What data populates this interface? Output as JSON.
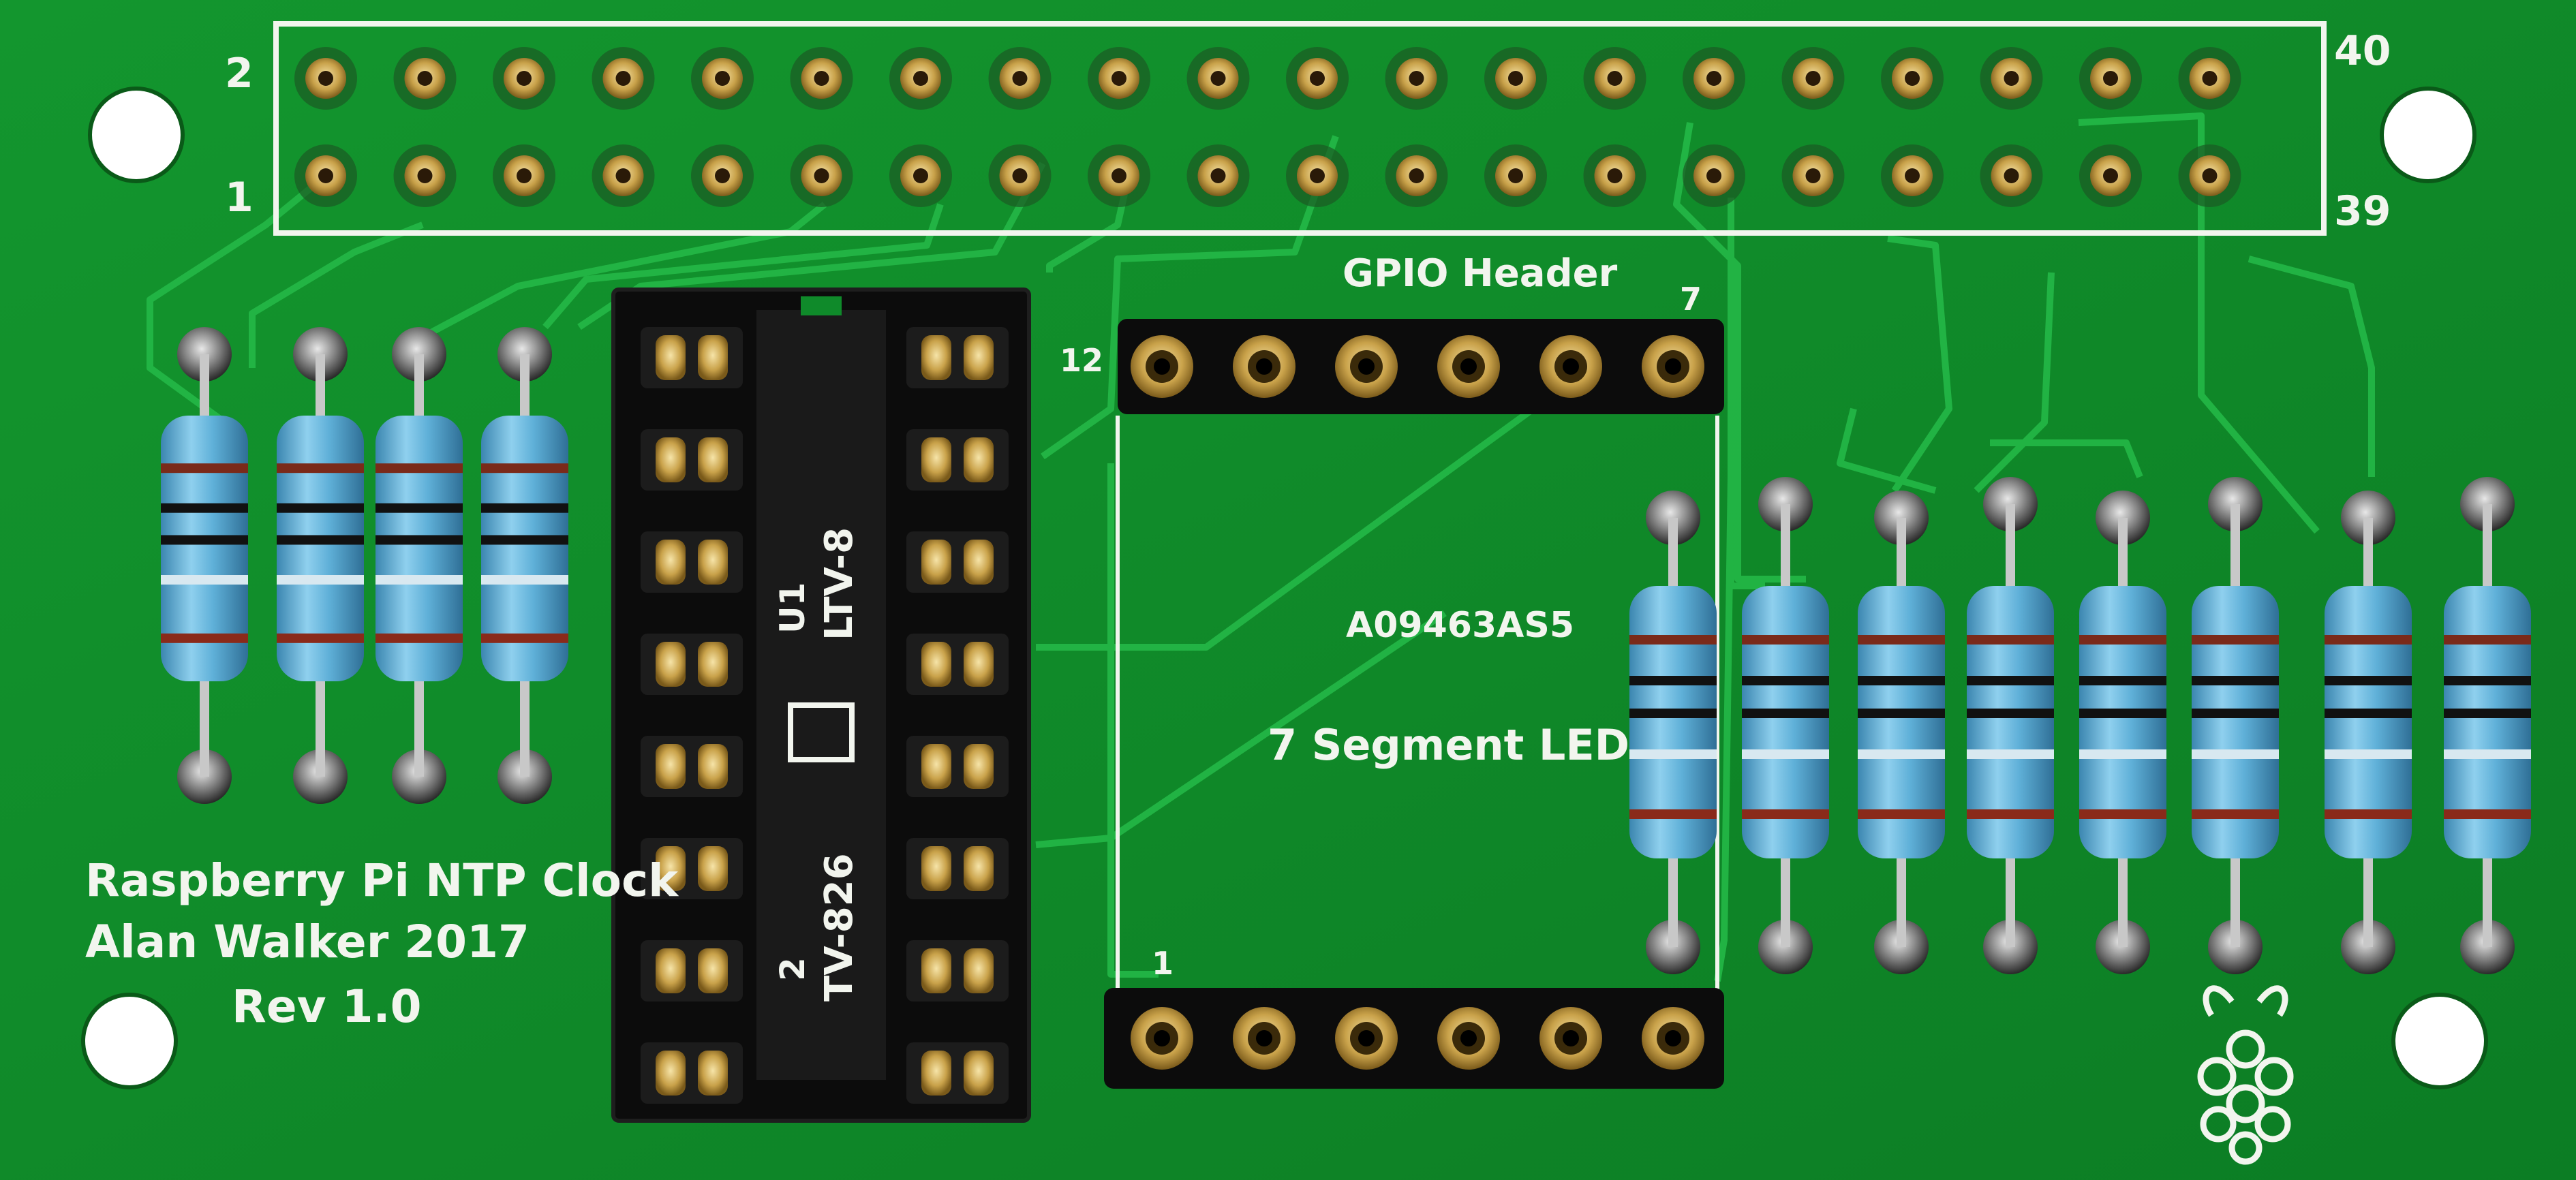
{
  "board": {
    "header_pin_top": "2",
    "header_pin_bottom": "1",
    "header_pin_top_end": "40",
    "header_pin_bottom_end": "39",
    "header_label": "GPIO Header",
    "seven_label": "7",
    "twelve_label": "12",
    "one_label": "1",
    "part_number": "A09463AS5",
    "display_label": "7 Segment LED",
    "title_line1": "Raspberry Pi NTP Clock",
    "title_line2": "Alan Walker 2017",
    "title_line3": "Rev 1.0",
    "ic_label_top": "LTV-8",
    "ic_label_bottom": "TV-826",
    "ic_pin_top": "U1",
    "ic_pin_bottom": "2"
  },
  "colors": {
    "pcb": "#0f8a2a",
    "pcb_dark": "#0a6a1e",
    "trace": "#22b044",
    "silk": "#f2f5ee",
    "resistor": "#5fb0d8",
    "gold": "#c9a24a",
    "socket": "#111111"
  }
}
